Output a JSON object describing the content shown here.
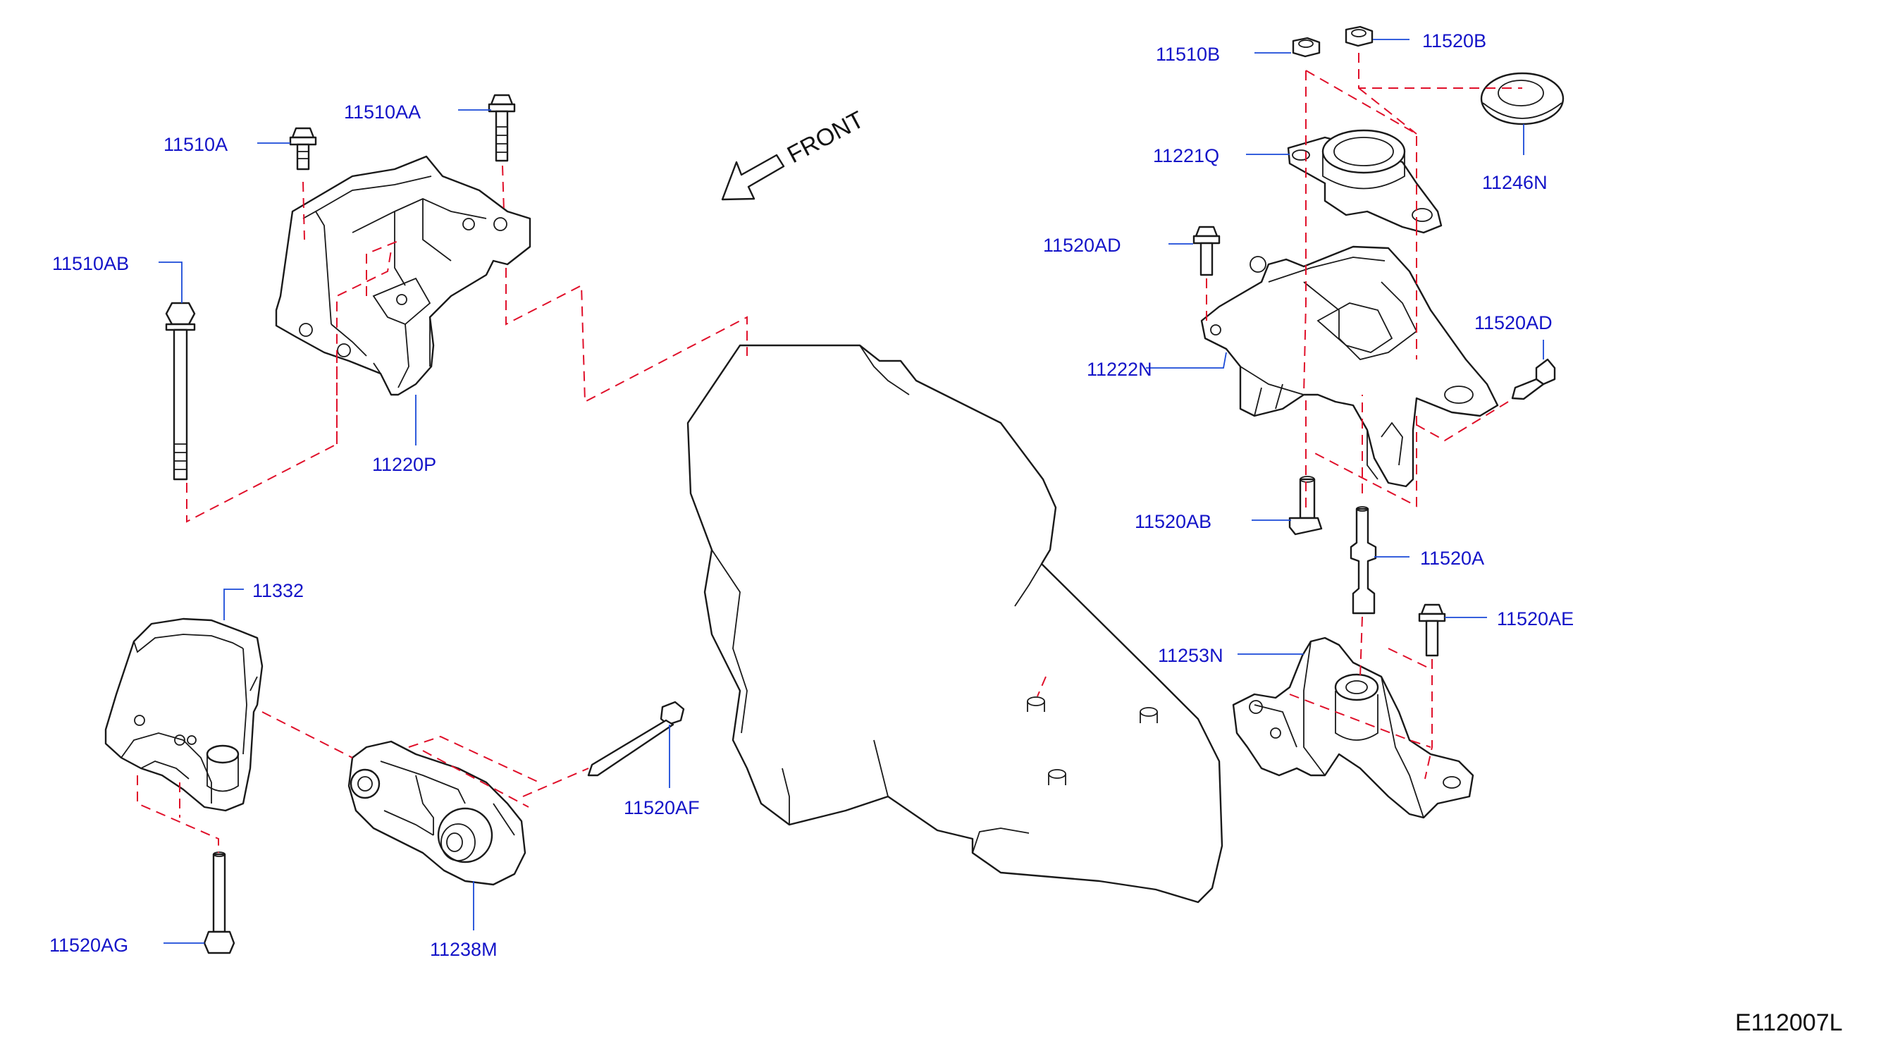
{
  "front_label": "FRONT",
  "diagram_code": "E112007L",
  "parts": {
    "p11510B": "11510B",
    "p11520B": "11520B",
    "p11246N": "11246N",
    "p11221Q": "11221Q",
    "p11520AD_a": "11520AD",
    "p11520AD_b": "11520AD",
    "p11222N": "11222N",
    "p11520AB": "11520AB",
    "p11520A": "11520A",
    "p11520AE": "11520AE",
    "p11253N": "11253N",
    "p11510AA": "11510AA",
    "p11510A": "11510A",
    "p11510AB": "11510AB",
    "p11220P": "11220P",
    "p11332": "11332",
    "p11520AF": "11520AF",
    "p11520AG": "11520AG",
    "p11238M": "11238M"
  }
}
